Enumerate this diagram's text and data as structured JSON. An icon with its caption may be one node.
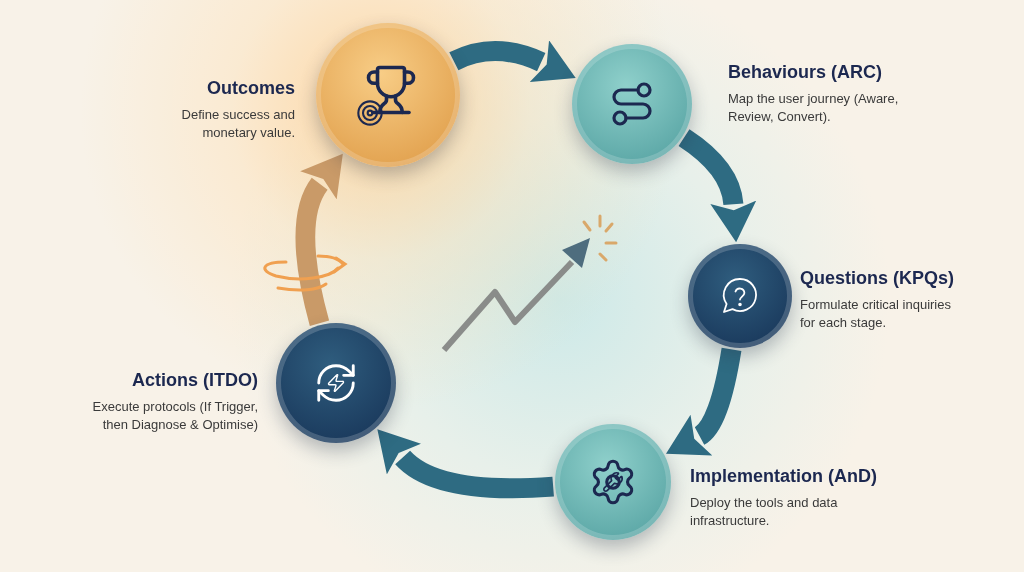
{
  "diagram": {
    "nodes": [
      {
        "text": [
          "Outcomes",
          "Define success and monetary value."
        ]
      },
      {
        "text": [
          "Behaviours (ARC)",
          "Map the user journey (Aware, Review, Convert)."
        ]
      },
      {
        "text": [
          "Questions (KPQs)",
          "Formulate critical inquiries for each stage."
        ]
      },
      {
        "text": [
          "Implementation (AnD)",
          "Deploy the tools and data infrastructure."
        ]
      },
      {
        "text": [
          "Actions (ITDO)",
          "Execute protocols (If Trigger, then Diagnose & Optimise)"
        ]
      }
    ],
    "edges": [
      {
        "from": 0,
        "to": 1,
        "arrow": "to"
      },
      {
        "from": 1,
        "to": 2,
        "arrow": "to"
      },
      {
        "from": 2,
        "to": 3,
        "arrow": "to"
      },
      {
        "from": 3,
        "to": 4,
        "arrow": "to"
      },
      {
        "from": 4,
        "to": 0,
        "arrow": "to",
        "color": "#c99a68"
      }
    ]
  }
}
